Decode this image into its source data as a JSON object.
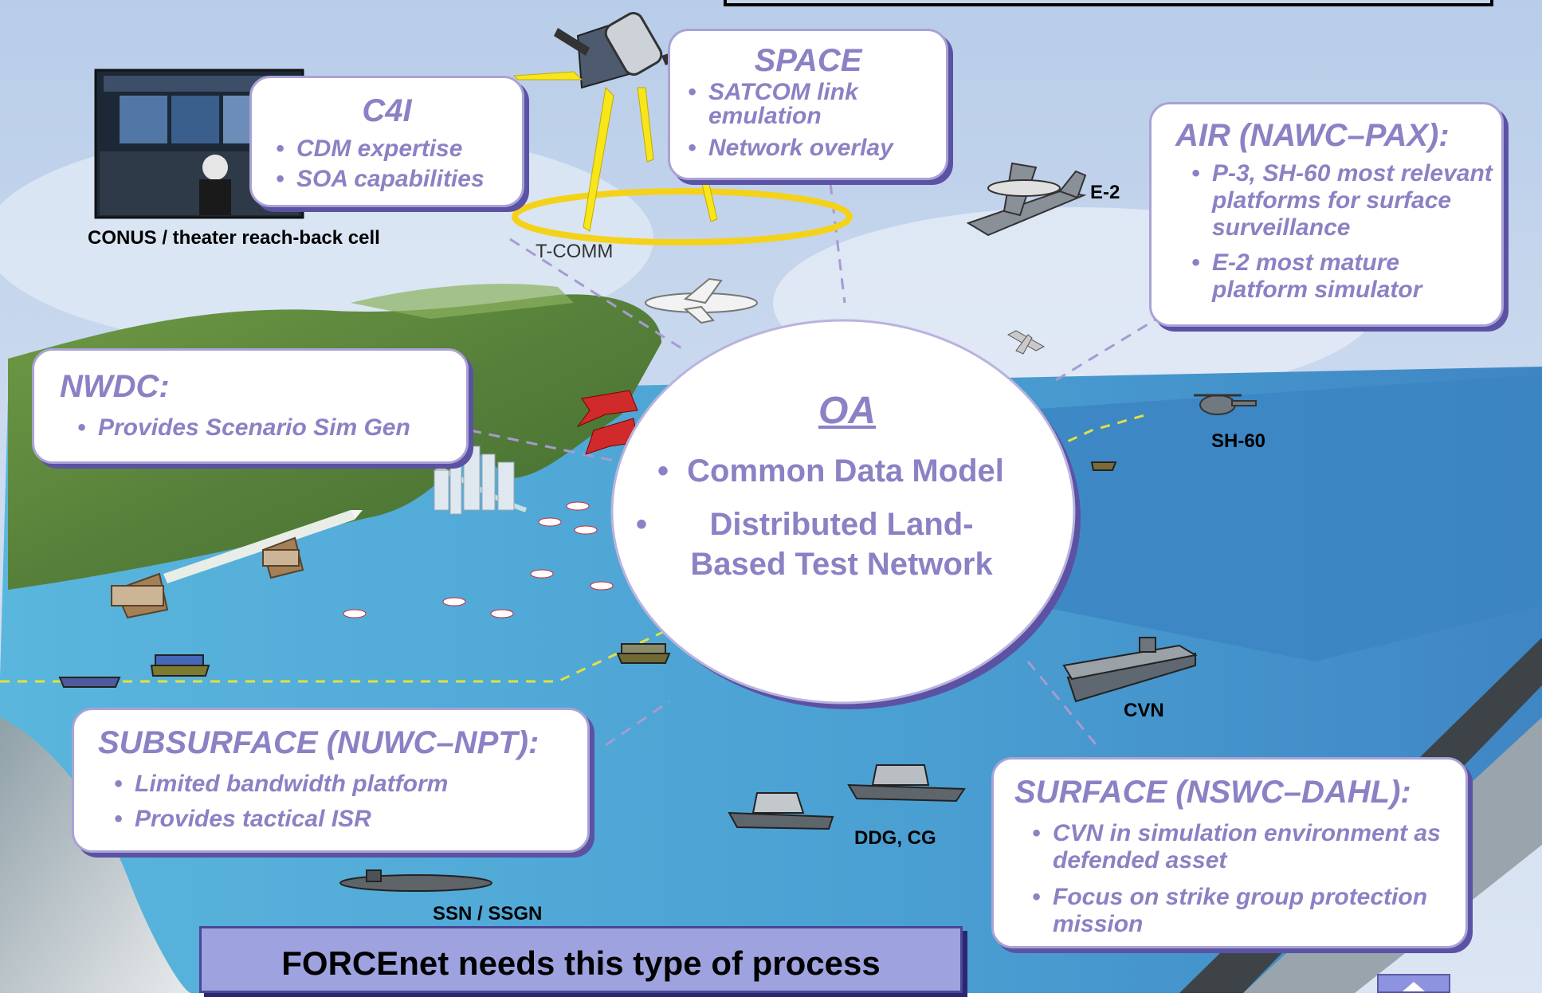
{
  "c4i": {
    "title": "C4I",
    "items": [
      "CDM expertise",
      "SOA capabilities"
    ]
  },
  "space": {
    "title": "SPACE",
    "items": [
      "SATCOM link emulation",
      "Network overlay"
    ]
  },
  "air": {
    "title": "AIR (NAWC–PAX):",
    "items": [
      "P-3, SH-60 most relevant platforms for surface surveillance",
      "E-2 most mature platform simulator"
    ]
  },
  "nwdc": {
    "title": "NWDC:",
    "items": [
      "Provides Scenario Sim Gen"
    ]
  },
  "oa": {
    "title": "OA",
    "items": [
      "Common Data Model",
      "Distributed Land-Based Test Network"
    ]
  },
  "subsurface": {
    "title": "SUBSURFACE (NUWC–NPT):",
    "items": [
      "Limited bandwidth platform",
      "Provides tactical ISR"
    ]
  },
  "surface": {
    "title": "SURFACE (NSWC–DAHL):",
    "items": [
      "CVN in simulation environment as defended asset",
      "Focus on strike group protection mission"
    ]
  },
  "labels": {
    "conus": "CONUS / theater reach-back cell",
    "tcomm": "T-COMM",
    "e2": "E-2",
    "sh60": "SH-60",
    "cvn": "CVN",
    "ddg": "DDG, CG",
    "ssn": "SSN / SSGN"
  },
  "banner": {
    "text": "FORCEnet needs this type of process"
  },
  "colors": {
    "callout_text": "#8a82c4",
    "callout_border": "#a9a2d6",
    "banner_fill": "#9ea3e0",
    "water": "#4aa3d4",
    "land": "#5d8a3a"
  },
  "icons": [
    "satellite-icon",
    "aircraft-icon",
    "helicopter-icon",
    "ship-icon",
    "submarine-icon",
    "radar-icon",
    "missile-icon"
  ]
}
